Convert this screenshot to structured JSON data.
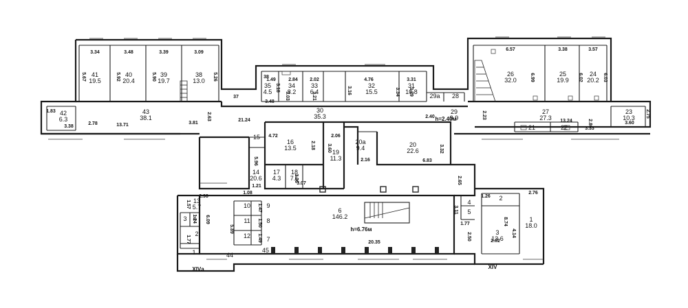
{
  "rooms": [
    {
      "id": "room-41",
      "number": "41",
      "area": "19.5"
    },
    {
      "id": "room-40",
      "number": "40",
      "area": "20.4"
    },
    {
      "id": "room-39",
      "number": "39",
      "area": "19.7"
    },
    {
      "id": "room-38",
      "number": "38",
      "area": "13.0"
    },
    {
      "id": "room-42",
      "number": "42",
      "area": "6.3"
    },
    {
      "id": "room-43",
      "number": "43",
      "area": "38.1"
    },
    {
      "id": "room-35",
      "number": "35",
      "area": "4.5"
    },
    {
      "id": "room-34",
      "number": "34",
      "area": "8.2"
    },
    {
      "id": "room-33",
      "number": "33",
      "area": "6.4"
    },
    {
      "id": "room-32",
      "number": "32",
      "area": "15.5"
    },
    {
      "id": "room-31",
      "number": "31",
      "area": "10.8"
    },
    {
      "id": "room-30",
      "number": "30",
      "area": "35.3"
    },
    {
      "id": "room-29a",
      "number": "29а",
      "area": ""
    },
    {
      "id": "room-28",
      "number": "28",
      "area": ""
    },
    {
      "id": "room-29",
      "number": "29",
      "area": "9.9"
    },
    {
      "id": "room-26",
      "number": "26",
      "area": "32.0"
    },
    {
      "id": "room-25",
      "number": "25",
      "area": "19.9"
    },
    {
      "id": "room-24",
      "number": "24",
      "area": "20.2"
    },
    {
      "id": "room-27",
      "number": "27",
      "area": "27.3"
    },
    {
      "id": "room-23",
      "number": "23",
      "area": "10.3"
    },
    {
      "id": "room-21",
      "number": "21",
      "area": ""
    },
    {
      "id": "room-22",
      "number": "22",
      "area": ""
    },
    {
      "id": "room-15",
      "number": "15",
      "area": ""
    },
    {
      "id": "room-16",
      "number": "16",
      "area": "13.5"
    },
    {
      "id": "room-20a",
      "number": "20а",
      "area": "9.4"
    },
    {
      "id": "room-19",
      "number": "19",
      "area": "11.3"
    },
    {
      "id": "room-20",
      "number": "20",
      "area": "22.6"
    },
    {
      "id": "room-14",
      "number": "14",
      "area": "20.6"
    },
    {
      "id": "room-17",
      "number": "17",
      "area": "4.3"
    },
    {
      "id": "room-18",
      "number": "18",
      "area": "7.5"
    },
    {
      "id": "room-13",
      "number": "13",
      "area": "5.7"
    },
    {
      "id": "room-6",
      "number": "6",
      "area": "146.2"
    },
    {
      "id": "room-3",
      "number": "3",
      "area": ""
    },
    {
      "id": "room-4",
      "number": "4",
      "area": ""
    },
    {
      "id": "room-2-left",
      "number": "2",
      "area": ""
    },
    {
      "id": "room-10",
      "number": "10",
      "area": ""
    },
    {
      "id": "room-9",
      "number": "9",
      "area": ""
    },
    {
      "id": "room-11",
      "number": "11",
      "area": ""
    },
    {
      "id": "room-8",
      "number": "8",
      "area": ""
    },
    {
      "id": "room-12",
      "number": "12",
      "area": ""
    },
    {
      "id": "room-7",
      "number": "7",
      "area": ""
    },
    {
      "id": "room-1-left",
      "number": "1",
      "area": ""
    },
    {
      "id": "room-44",
      "number": "44",
      "area": ""
    },
    {
      "id": "room-45",
      "number": "45",
      "area": ""
    },
    {
      "id": "room-2-right",
      "number": "2",
      "area": ""
    },
    {
      "id": "room-4-right",
      "number": "4",
      "area": ""
    },
    {
      "id": "room-5",
      "number": "5",
      "area": ""
    },
    {
      "id": "room-3-right",
      "number": "3",
      "area": "13.6"
    },
    {
      "id": "room-1-right",
      "number": "1",
      "area": "18.0"
    }
  ],
  "dimensions": [
    "3.34",
    "3.48",
    "3.39",
    "3.09",
    "5.67",
    "5.92",
    "5.90",
    "5.26",
    "1.83",
    "3.38",
    "2.78",
    "13.71",
    "3.81",
    "2.63",
    "38",
    "3.48",
    "1.49",
    "2.84",
    "2.02",
    "4.76",
    "3.31",
    "3.18",
    "3.03",
    "3.21",
    "3.16",
    "3.34",
    "3.29",
    "21.24",
    "2.40",
    "6.57",
    "3.38",
    "3.57",
    "6.99",
    "6.02",
    "6.03",
    "2.23",
    "13.24",
    "2.86",
    "3.33",
    "3.60",
    "2.75",
    "4.72",
    "2.06",
    "3.60",
    "2.18",
    "2.16",
    "3.32",
    "6.83",
    "5.96",
    "1.21",
    "1.26",
    "3.07",
    "1.08",
    "1.57",
    "2.98",
    "1.24",
    "1.47",
    "1.50",
    "1.49",
    "6.09",
    "5.89",
    "1.77",
    "2.65",
    "3.11",
    "1.77",
    "2.50",
    "1.26",
    "2.76",
    "8.74",
    "4.14",
    "2.02",
    "20.35",
    "37"
  ],
  "height_labels": {
    "corridor": "h=2.40м",
    "hall": "h=6.76м"
  },
  "axis_labels": {
    "left": "XIVа",
    "right": "XIV"
  }
}
